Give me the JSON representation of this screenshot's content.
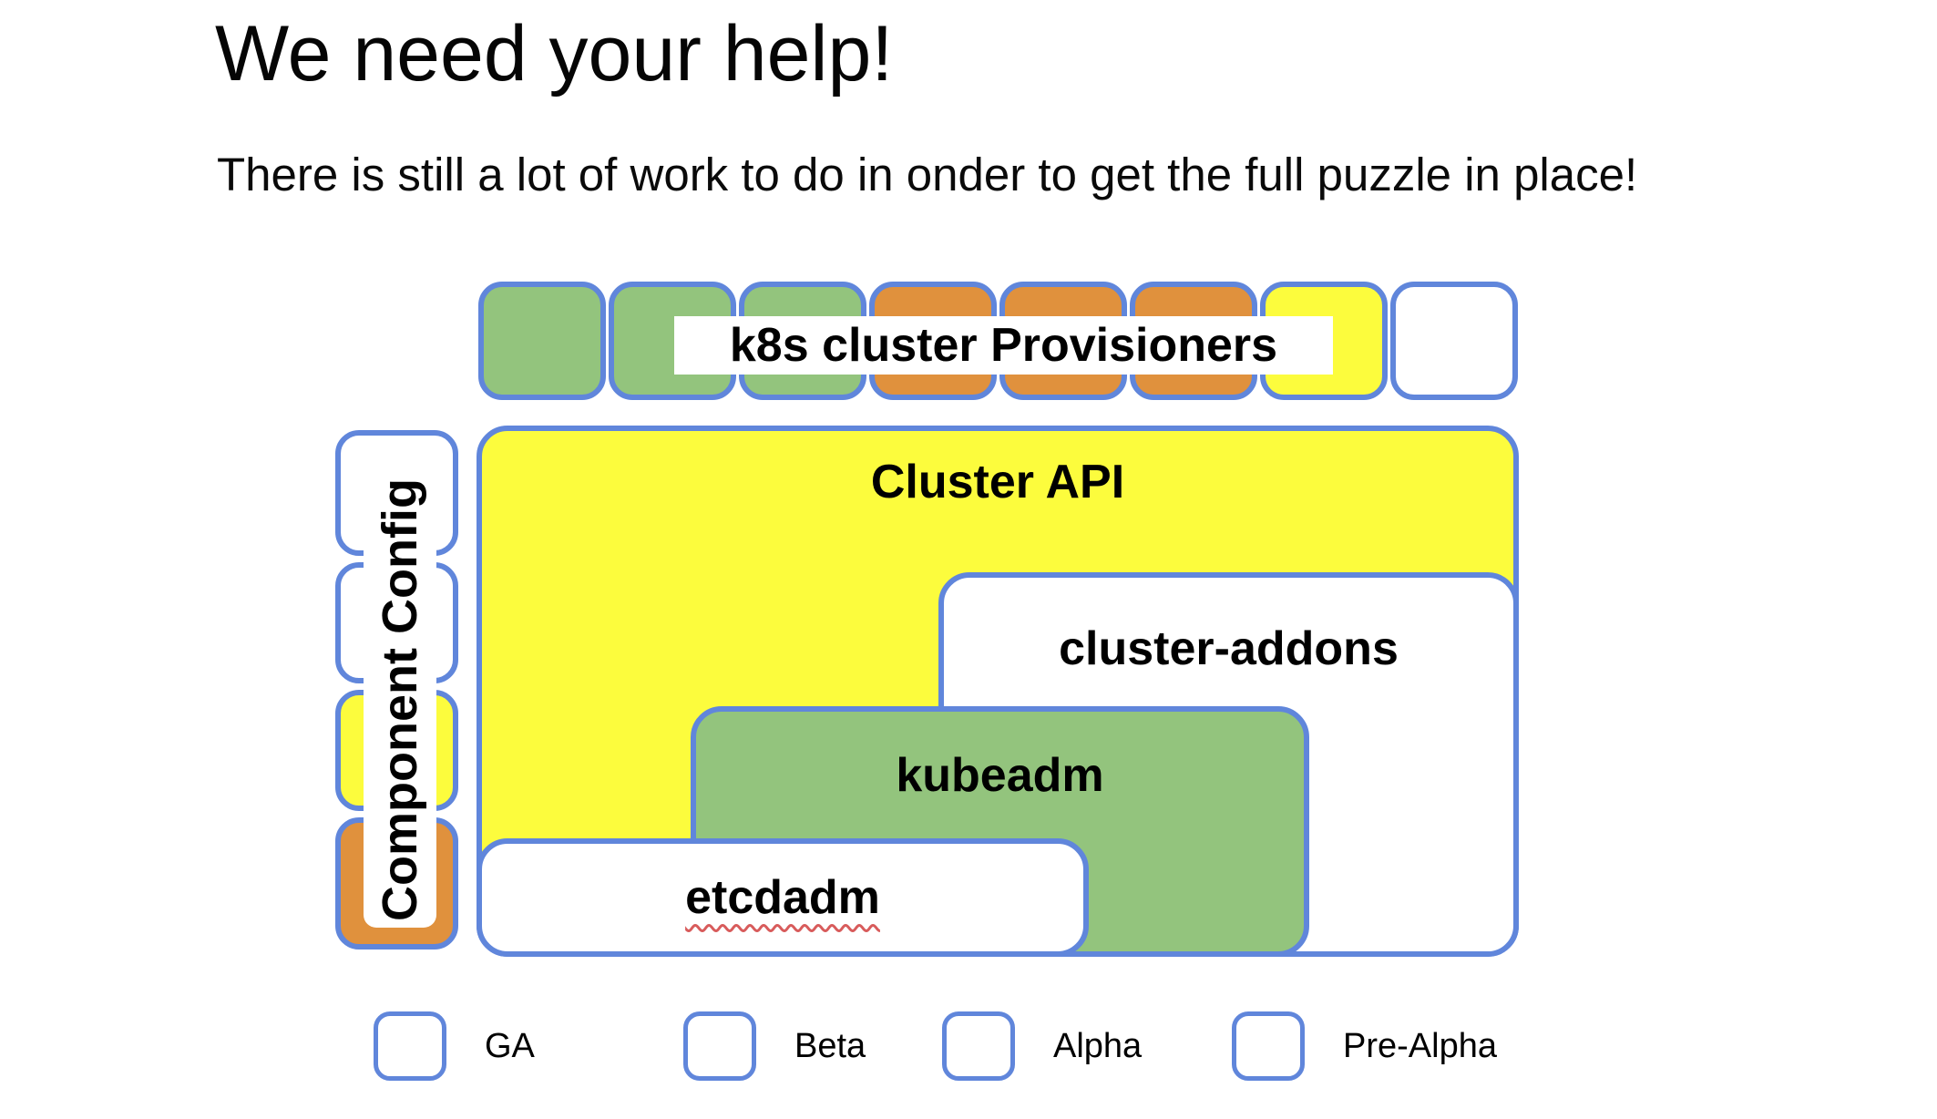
{
  "slide": {
    "title": "We need your help!",
    "subtitle": "There is still a lot of work to do in onder to get the full puzzle in place!"
  },
  "colors": {
    "border_blue": "#6086db",
    "ga_green": "#93c47d",
    "beta_orange": "#e0913d",
    "alpha_yellow": "#fcfc3d",
    "pre_alpha_white": "#ffffff",
    "squiggle_red": "#d85c5c"
  },
  "provisioners": {
    "label": "k8s cluster Provisioners",
    "pieces": [
      "ga",
      "ga",
      "ga",
      "beta",
      "beta",
      "beta",
      "alpha",
      "pre-alpha"
    ]
  },
  "component_config": {
    "label": "Component Config",
    "pieces": [
      "pre-alpha",
      "pre-alpha",
      "alpha",
      "beta"
    ]
  },
  "puzzle": {
    "cluster_api": "Cluster API",
    "cluster_addons": "cluster-addons",
    "kubeadm": "kubeadm",
    "etcdadm": "etcdadm"
  },
  "legend": [
    {
      "label": "GA",
      "status": "ga"
    },
    {
      "label": "Beta",
      "status": "beta"
    },
    {
      "label": "Alpha",
      "status": "alpha"
    },
    {
      "label": "Pre-Alpha",
      "status": "pre-alpha"
    }
  ]
}
